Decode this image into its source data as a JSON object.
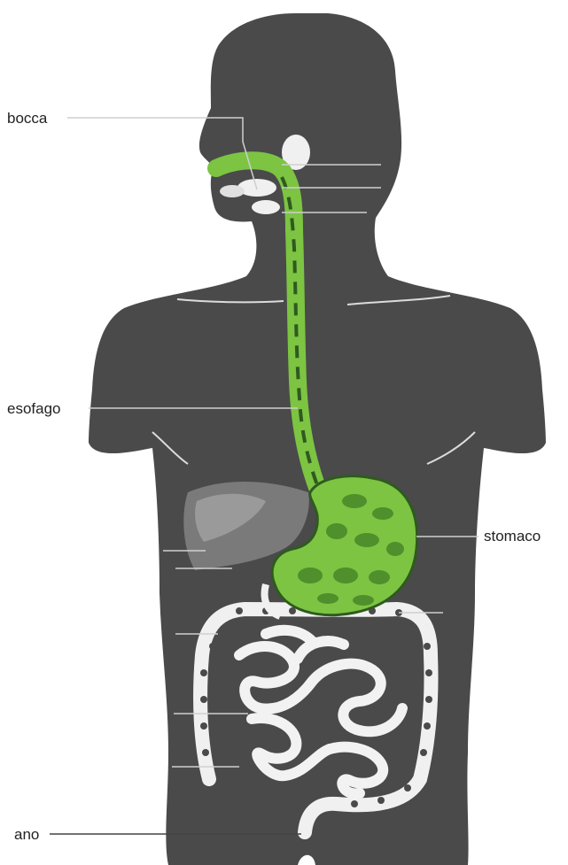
{
  "labels": {
    "bocca": "bocca",
    "esofago": "esofago",
    "stomaco": "stomaco",
    "ano": "ano"
  },
  "colors": {
    "background": "#ffffff",
    "body_silhouette": "#4a4a4a",
    "organ_highlight": "#7cc442",
    "organ_highlight_dark": "#2f5a1f",
    "organ_light": "#f0f0f0",
    "leader_line": "#cfcfcf",
    "label_text": "#222222"
  }
}
